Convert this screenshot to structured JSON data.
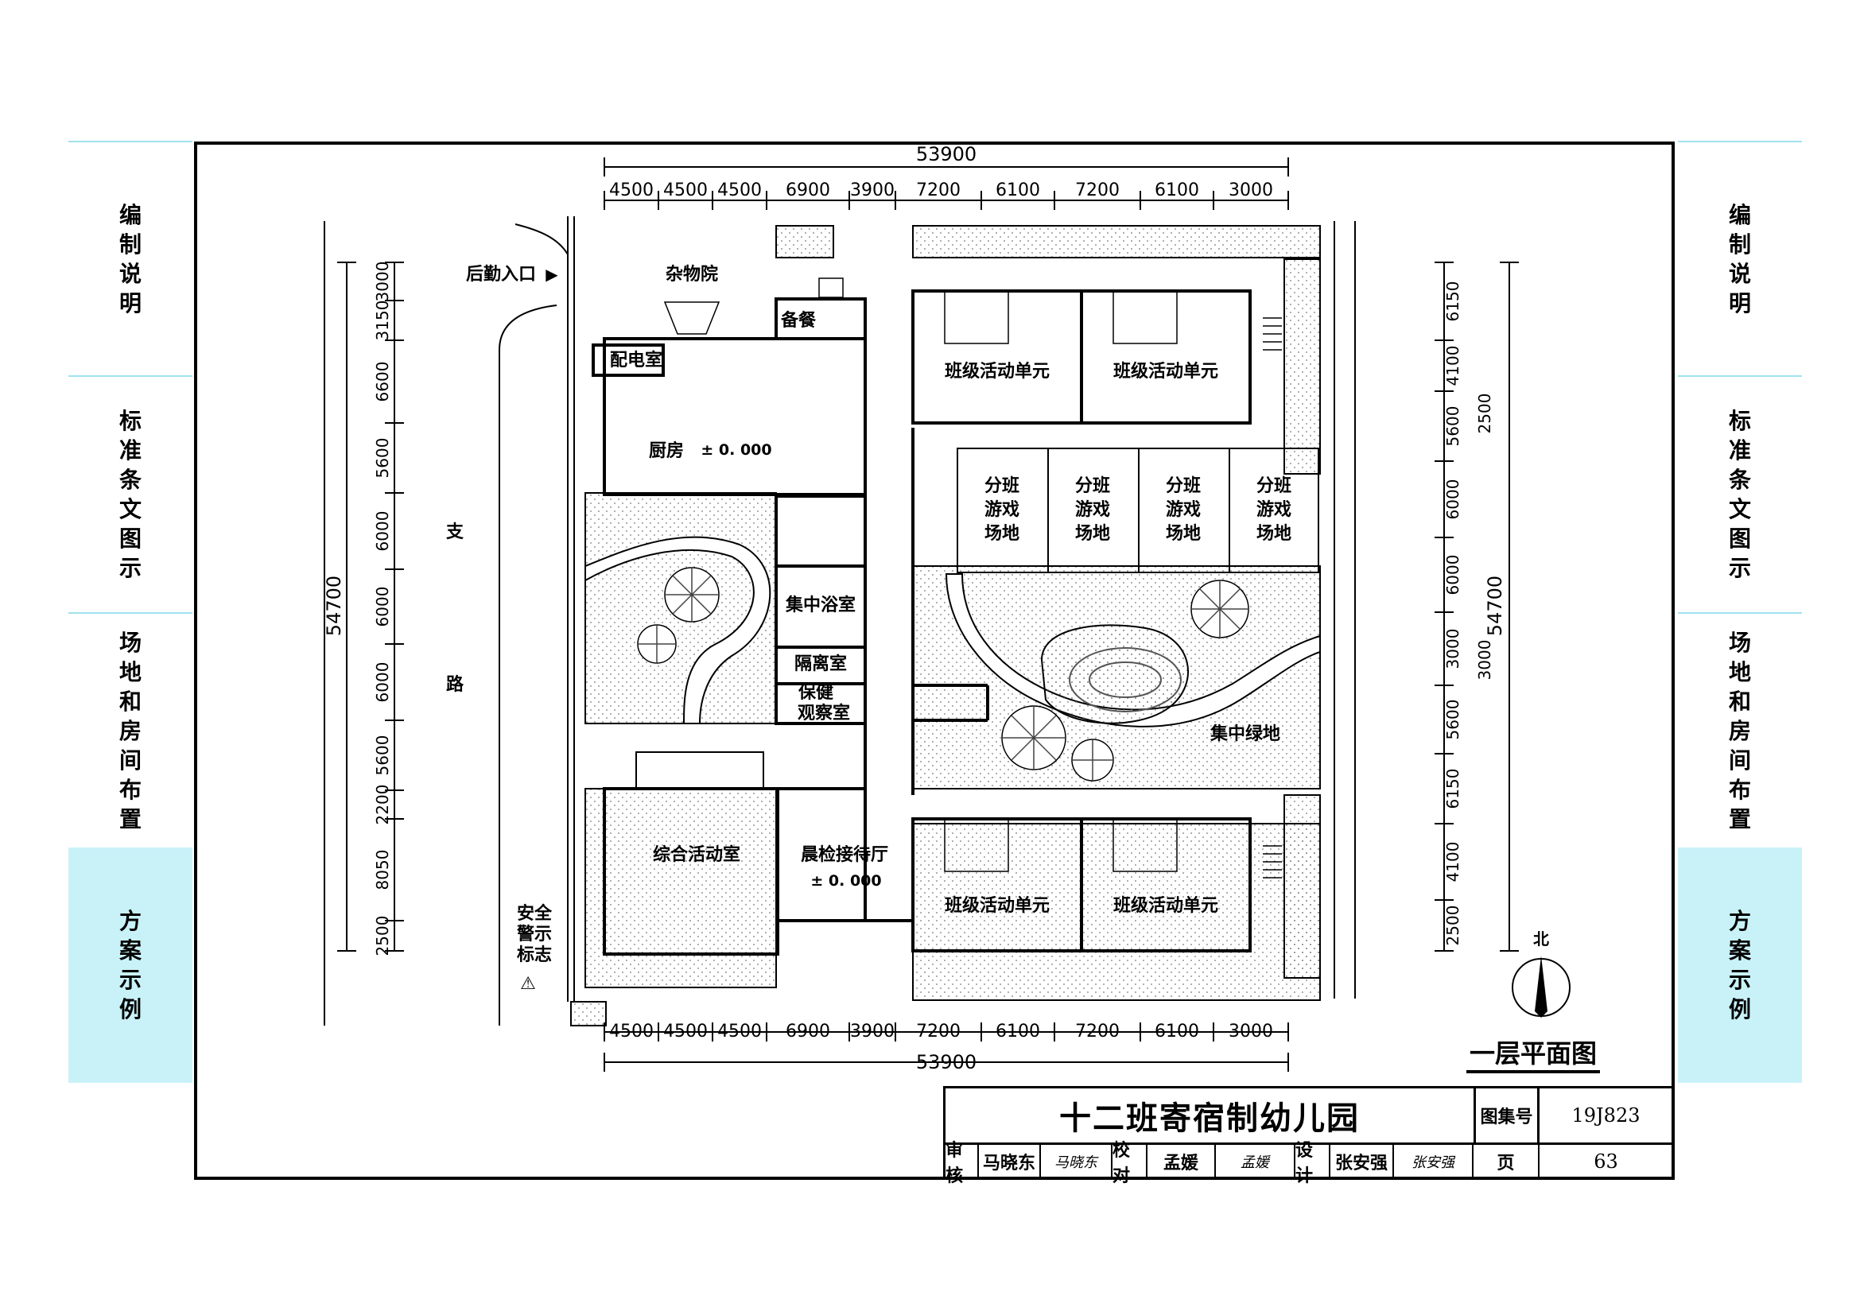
{
  "side_tabs": [
    {
      "label": "编制说明",
      "active": false
    },
    {
      "label": "标准条文图示",
      "active": false
    },
    {
      "label": "场地和房间布置",
      "active": false
    },
    {
      "label": "方案示例",
      "active": true
    }
  ],
  "colors": {
    "tab_active": "#c8f2f8",
    "tab_line": "#9fe3ee",
    "hatch": "#666666"
  },
  "plan": {
    "title": "一层平面图",
    "north": "北",
    "top_total": "53900",
    "bottom_total": "53900",
    "top_dims": [
      "4500",
      "4500",
      "4500",
      "6900",
      "3900",
      "7200",
      "6100",
      "7200",
      "6100",
      "3000"
    ],
    "bottom_dims": [
      "4500",
      "4500",
      "4500",
      "6900",
      "3900",
      "7200",
      "6100",
      "7200",
      "6100",
      "3000"
    ],
    "left_total": "54700",
    "left_dims": [
      "3000",
      "3150",
      "6600",
      "5600",
      "6000",
      "6000",
      "6000",
      "5600",
      "2200",
      "8050",
      "2500"
    ],
    "right_total": "54700",
    "right_dims": [
      "6150",
      "4100",
      "5600",
      "6000",
      "6000",
      "3000",
      "5600",
      "6150",
      "4100",
      "2500"
    ],
    "right_inner_dims": [
      "2500",
      "3000"
    ],
    "rooms": {
      "kitchen": "厨房",
      "elev1": "± 0. 000",
      "elev2": "± 0. 000",
      "yard": "杂物院",
      "rear_entry": "后勤入口",
      "power": "配电室",
      "meal": "备餐",
      "bath": "集中浴室",
      "isolation": "隔离室",
      "health1": "保健",
      "health2": "观察室",
      "multi": "综合活动室",
      "reception": "晨检接待厅",
      "class_unit": "班级活动单元",
      "play_1": "分班",
      "play_2": "游戏",
      "play_3": "场地",
      "green": "集中绿地",
      "road_1": "支",
      "road_2": "路",
      "sign_1": "安全",
      "sign_2": "警示",
      "sign_3": "标志",
      "warning_glyph": "⚠"
    }
  },
  "title_block": {
    "project": "十二班寄宿制幼儿园",
    "atlas_label": "图集号",
    "atlas_no": "19J823",
    "review_label": "审核",
    "reviewer": "马晓东",
    "review_sig": "马晓东",
    "check_label": "校对",
    "checker": "孟媛",
    "check_sig": "孟媛",
    "design_label": "设计",
    "designer": "张安强",
    "design_sig": "张安强",
    "page_label": "页",
    "page_no": "63"
  }
}
